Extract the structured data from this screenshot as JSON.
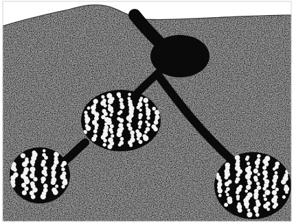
{
  "colors": {
    "background": "#ffffff",
    "soil": "#8a8a8a",
    "soil_dark": "#2a2a2a",
    "soil_light": "#d6d6d6",
    "tunnel": "#0a0a0a",
    "brood": "#f2f2f2"
  },
  "figure": {
    "title": "",
    "caption": ""
  },
  "chambers": [
    {
      "name": "top-chamber",
      "contents": "empty"
    },
    {
      "name": "middle-chamber",
      "contents": "brood"
    },
    {
      "name": "left-chamber",
      "contents": "brood"
    },
    {
      "name": "right-chamber",
      "contents": "brood"
    }
  ]
}
